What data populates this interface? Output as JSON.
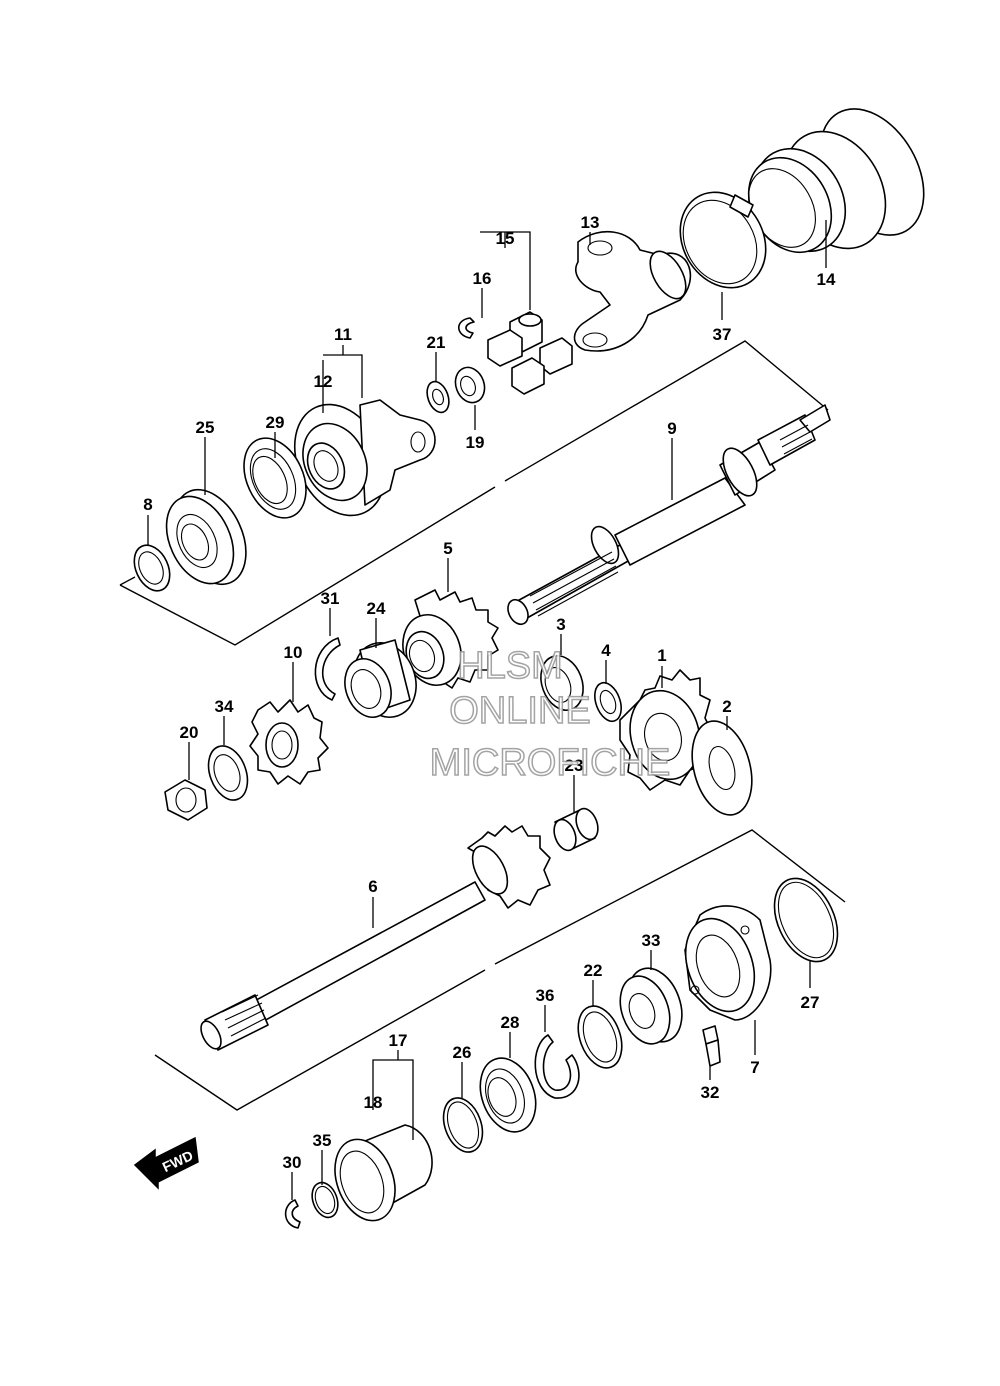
{
  "watermark": {
    "line1": "HLSM",
    "line2": "ONLINE",
    "line3": "MICROFICHE"
  },
  "direction_badge": "FWD",
  "callouts": [
    {
      "id": "c1",
      "label": "1"
    },
    {
      "id": "c2",
      "label": "2"
    },
    {
      "id": "c3",
      "label": "3"
    },
    {
      "id": "c4",
      "label": "4"
    },
    {
      "id": "c5",
      "label": "5"
    },
    {
      "id": "c6",
      "label": "6"
    },
    {
      "id": "c7",
      "label": "7"
    },
    {
      "id": "c8",
      "label": "8"
    },
    {
      "id": "c9",
      "label": "9"
    },
    {
      "id": "c10",
      "label": "10"
    },
    {
      "id": "c11",
      "label": "11"
    },
    {
      "id": "c12",
      "label": "12"
    },
    {
      "id": "c13",
      "label": "13"
    },
    {
      "id": "c14",
      "label": "14"
    },
    {
      "id": "c15",
      "label": "15"
    },
    {
      "id": "c16",
      "label": "16"
    },
    {
      "id": "c17",
      "label": "17"
    },
    {
      "id": "c18",
      "label": "18"
    },
    {
      "id": "c19",
      "label": "19"
    },
    {
      "id": "c20",
      "label": "20"
    },
    {
      "id": "c21",
      "label": "21"
    },
    {
      "id": "c22",
      "label": "22"
    },
    {
      "id": "c23",
      "label": "23"
    },
    {
      "id": "c24",
      "label": "24"
    },
    {
      "id": "c25",
      "label": "25"
    },
    {
      "id": "c26",
      "label": "26"
    },
    {
      "id": "c27",
      "label": "27"
    },
    {
      "id": "c28",
      "label": "28"
    },
    {
      "id": "c29",
      "label": "29"
    },
    {
      "id": "c30",
      "label": "30"
    },
    {
      "id": "c31",
      "label": "31"
    },
    {
      "id": "c32",
      "label": "32"
    },
    {
      "id": "c33",
      "label": "33"
    },
    {
      "id": "c34",
      "label": "34"
    },
    {
      "id": "c35",
      "label": "35"
    },
    {
      "id": "c36",
      "label": "36"
    },
    {
      "id": "c37",
      "label": "37"
    }
  ]
}
